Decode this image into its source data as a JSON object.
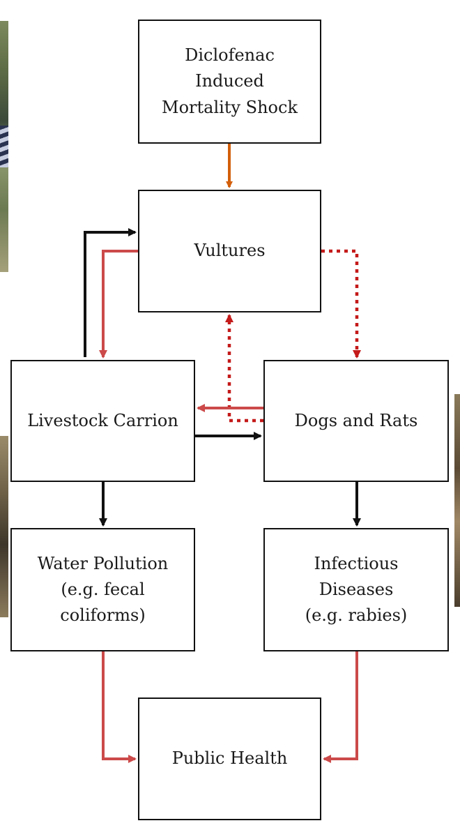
{
  "colors": {
    "orange": "#d35f0b",
    "red": "#cc4a4a",
    "dotted_red": "#c41a1a",
    "black": "#111111"
  },
  "nodes": {
    "shock": "Diclofenac\nInduced\nMortality Shock",
    "vultures": "Vultures",
    "livestock": "Livestock Carrion",
    "dogs": "Dogs and Rats",
    "water": "Water Pollution\n(e.g. fecal\ncoliforms)",
    "disease": "Infectious\nDiseases\n(e.g. rabies)",
    "health": "Public Health"
  },
  "edges": [
    {
      "from": "shock",
      "to": "vultures",
      "color": "orange",
      "style": "solid"
    },
    {
      "from": "livestock",
      "to": "vultures",
      "color": "black",
      "style": "solid"
    },
    {
      "from": "vultures",
      "to": "livestock",
      "color": "red",
      "style": "solid"
    },
    {
      "from": "vultures",
      "to": "dogs",
      "color": "dotted_red",
      "style": "dotted"
    },
    {
      "from": "dogs",
      "to": "vultures",
      "color": "dotted_red",
      "style": "dotted"
    },
    {
      "from": "dogs",
      "to": "livestock",
      "color": "red",
      "style": "solid"
    },
    {
      "from": "livestock",
      "to": "dogs",
      "color": "black",
      "style": "solid"
    },
    {
      "from": "livestock",
      "to": "water",
      "color": "black",
      "style": "solid"
    },
    {
      "from": "dogs",
      "to": "disease",
      "color": "black",
      "style": "solid"
    },
    {
      "from": "water",
      "to": "health",
      "color": "red",
      "style": "solid"
    },
    {
      "from": "disease",
      "to": "health",
      "color": "red",
      "style": "solid"
    }
  ]
}
